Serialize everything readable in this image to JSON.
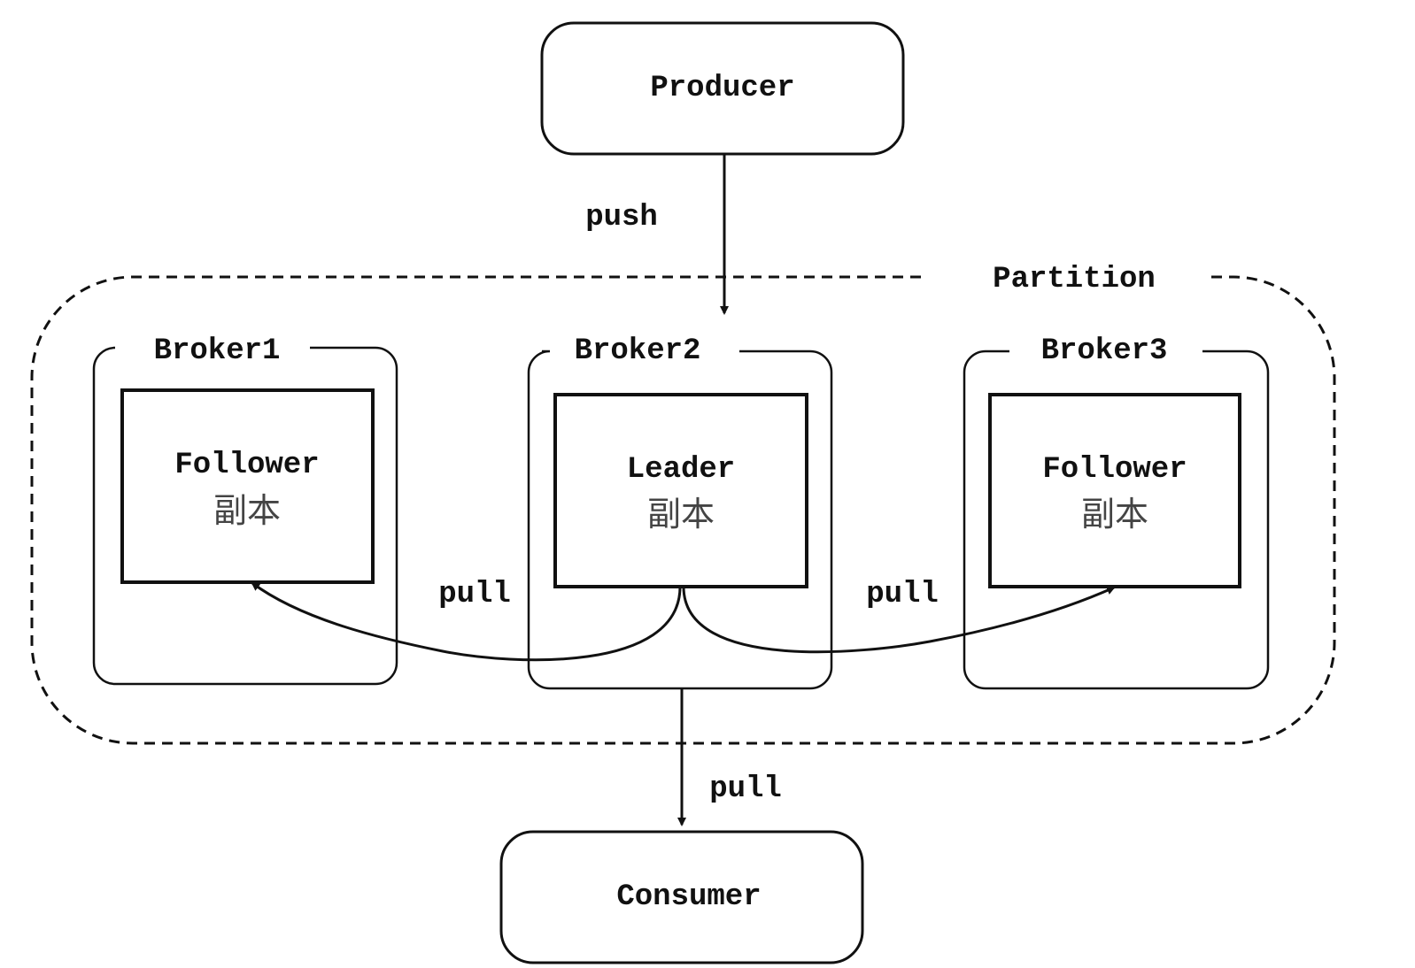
{
  "producer": {
    "label": "Producer"
  },
  "consumer": {
    "label": "Consumer"
  },
  "partition": {
    "label": "Partition"
  },
  "brokers": [
    {
      "label": "Broker1",
      "replica_role": "Follower",
      "replica_label": "副本"
    },
    {
      "label": "Broker2",
      "replica_role": "Leader",
      "replica_label": "副本"
    },
    {
      "label": "Broker3",
      "replica_role": "Follower",
      "replica_label": "副本"
    }
  ],
  "edges": {
    "producer_to_leader": "push",
    "leader_to_follower1": "pull",
    "leader_to_follower3": "pull",
    "leader_to_consumer": "pull"
  },
  "colors": {
    "stroke": "#111111",
    "background": "#ffffff",
    "cjk_text": "#444444"
  }
}
